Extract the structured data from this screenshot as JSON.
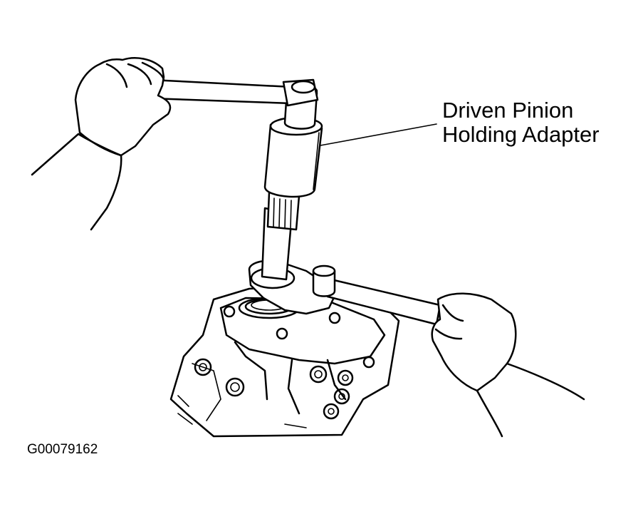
{
  "callout": {
    "line1": "Driven Pinion",
    "line2": "Holding Adapter"
  },
  "figure_id": "G00079162"
}
